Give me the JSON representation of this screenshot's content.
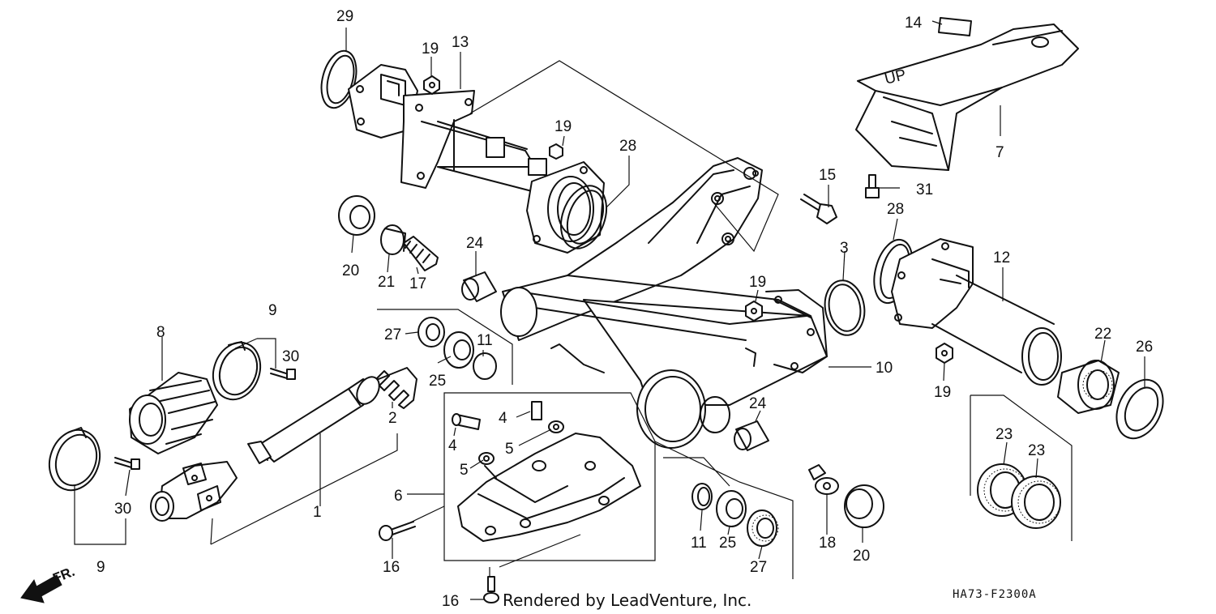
{
  "diagram": {
    "callouts": [
      "29",
      "19",
      "13",
      "19",
      "28",
      "14",
      "7",
      "31",
      "15",
      "28",
      "3",
      "12",
      "20",
      "21",
      "17",
      "24",
      "19",
      "9",
      "30",
      "8",
      "27",
      "11",
      "25",
      "2",
      "4",
      "4",
      "5",
      "5",
      "10",
      "22",
      "26",
      "19",
      "24",
      "23",
      "23",
      "6",
      "1",
      "30",
      "9",
      "16",
      "11",
      "25",
      "27",
      "18",
      "20",
      "16"
    ],
    "credit": "Rendered by LeadVenture, Inc.",
    "drawing_code": "HA73-F2300A",
    "direction_label": "FR.",
    "part_stamp": "UP"
  }
}
